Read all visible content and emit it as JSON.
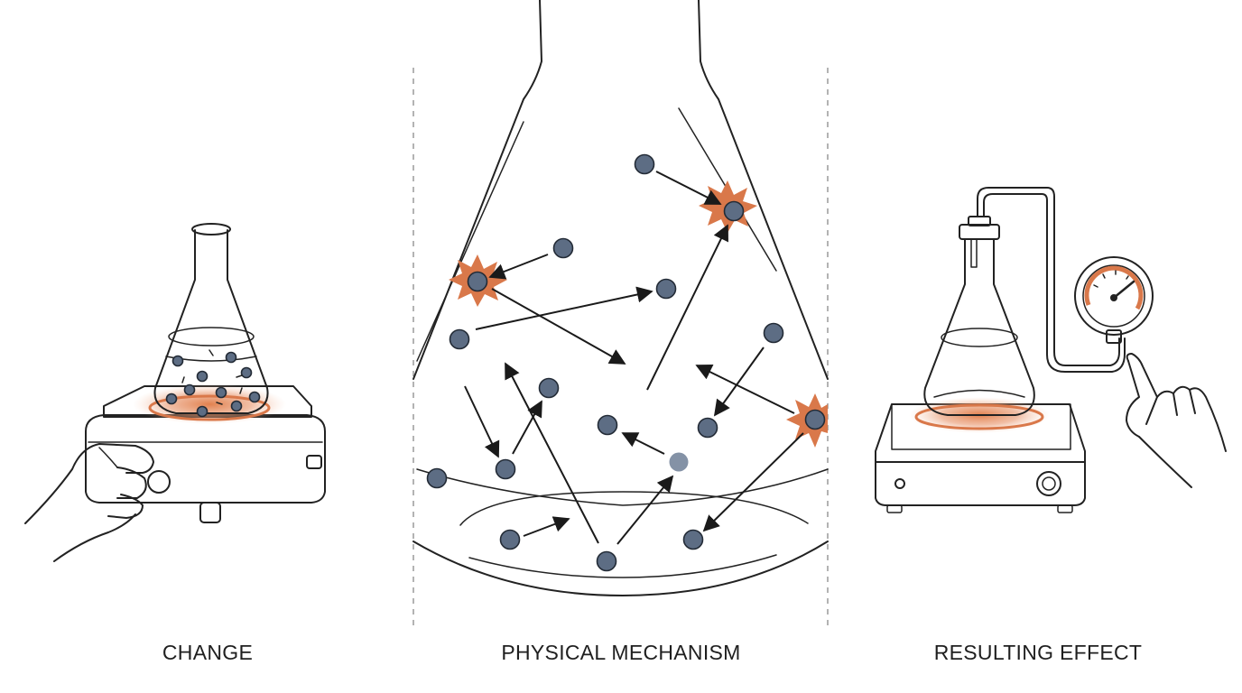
{
  "panels": [
    {
      "id": "change",
      "caption": "CHANGE"
    },
    {
      "id": "mechanism",
      "caption": "PHYSICAL MECHANISM"
    },
    {
      "id": "effect",
      "caption": "RESULTING EFFECT"
    }
  ],
  "colors": {
    "line": "#222222",
    "particle_fill": "#5d6d84",
    "particle_stroke": "#232b36",
    "heat_accent": "#d9784a",
    "divider": "#9a9a9a"
  },
  "icons": {
    "change": [
      "hot-plate-icon",
      "erlenmeyer-flask-icon",
      "hand-turning-knob-icon"
    ],
    "mechanism": [
      "flask-interior-icon",
      "gas-particle-icon",
      "collision-burst-icon",
      "motion-arrow-icon"
    ],
    "effect": [
      "hot-plate-icon",
      "stoppered-flask-icon",
      "pressure-gauge-icon",
      "pointing-hand-icon"
    ]
  }
}
